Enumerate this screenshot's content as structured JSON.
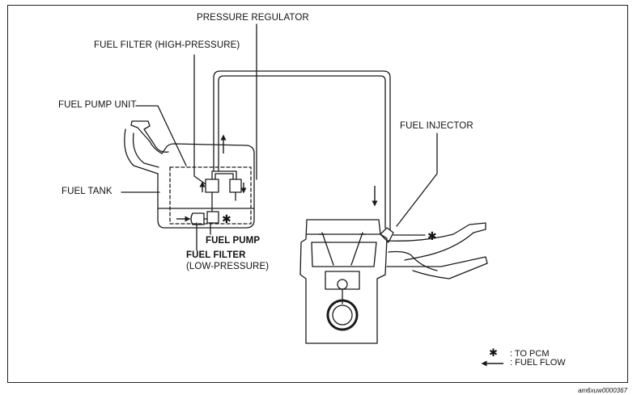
{
  "labels": {
    "pressure_regulator": "PRESSURE REGULATOR",
    "fuel_filter_high": "FUEL FILTER (HIGH-PRESSURE)",
    "fuel_pump_unit": "FUEL PUMP UNIT",
    "fuel_injector": "FUEL INJECTOR",
    "fuel_tank": "FUEL TANK",
    "fuel_pump": "FUEL PUMP",
    "fuel_filter_low_line1": "FUEL FILTER",
    "fuel_filter_low_line2": "(LOW-PRESSURE)"
  },
  "markers": {
    "asterisk": "✱"
  },
  "legend": {
    "pcm_symbol": "✱",
    "pcm_text": ": TO PCM",
    "flow_text": ": FUEL FLOW"
  },
  "figure_id": "am6xuw0000367",
  "colors": {
    "line": "#1a1a1a",
    "background": "#ffffff"
  }
}
